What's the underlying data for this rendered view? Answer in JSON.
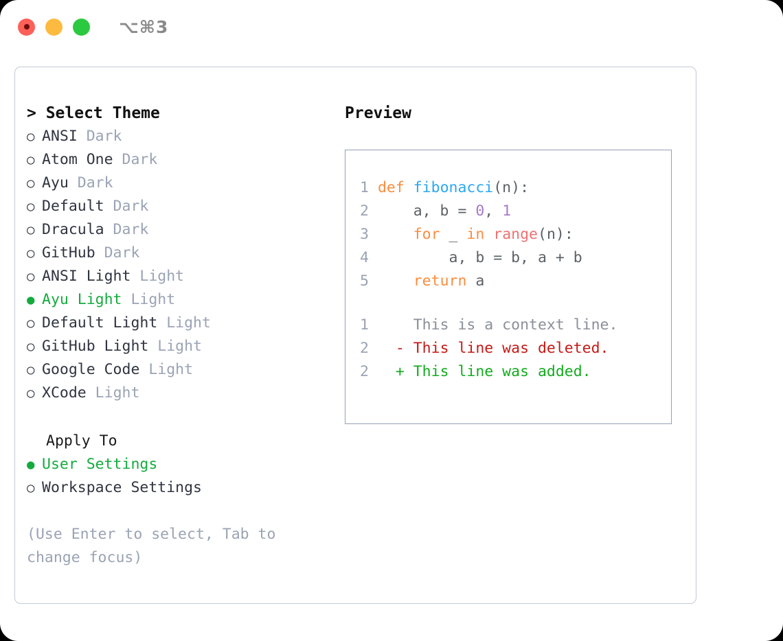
{
  "titlebar": {
    "shortcut": "⌥⌘3",
    "buttons": [
      {
        "name": "close-button",
        "color": "#fc6058"
      },
      {
        "name": "minimize-button",
        "color": "#fcbb40"
      },
      {
        "name": "maximize-button",
        "color": "#2bc93f"
      }
    ]
  },
  "left": {
    "title": "> Select Theme",
    "themes": [
      {
        "bullet": "○",
        "name": "ANSI",
        "tag": "Dark",
        "selected": false
      },
      {
        "bullet": "○",
        "name": "Atom One",
        "tag": "Dark",
        "selected": false
      },
      {
        "bullet": "○",
        "name": "Ayu",
        "tag": "Dark",
        "selected": false
      },
      {
        "bullet": "○",
        "name": "Default",
        "tag": "Dark",
        "selected": false
      },
      {
        "bullet": "○",
        "name": "Dracula",
        "tag": "Dark",
        "selected": false
      },
      {
        "bullet": "○",
        "name": "GitHub",
        "tag": "Dark",
        "selected": false
      },
      {
        "bullet": "○",
        "name": "ANSI Light",
        "tag": "Light",
        "selected": false
      },
      {
        "bullet": "●",
        "name": "Ayu Light",
        "tag": "Light",
        "selected": true
      },
      {
        "bullet": "○",
        "name": "Default Light",
        "tag": "Light",
        "selected": false
      },
      {
        "bullet": "○",
        "name": "GitHub Light",
        "tag": "Light",
        "selected": false
      },
      {
        "bullet": "○",
        "name": "Google Code",
        "tag": "Light",
        "selected": false
      },
      {
        "bullet": "○",
        "name": "XCode",
        "tag": "Light",
        "selected": false
      }
    ],
    "apply_to": {
      "heading": "Apply To",
      "options": [
        {
          "bullet": "●",
          "name": "User Settings",
          "selected": true
        },
        {
          "bullet": "○",
          "name": "Workspace Settings",
          "selected": false
        }
      ]
    },
    "hint": "(Use Enter to select, Tab to change focus)"
  },
  "preview": {
    "title": "Preview",
    "code_lines": [
      {
        "num": "1",
        "tokens": [
          {
            "text": "def ",
            "kind": "kw"
          },
          {
            "text": "fibonacci",
            "kind": "fn"
          },
          {
            "text": "(n):",
            "kind": "plain"
          }
        ]
      },
      {
        "num": "2",
        "tokens": [
          {
            "text": "    a, b = ",
            "kind": "plain"
          },
          {
            "text": "0",
            "kind": "num"
          },
          {
            "text": ", ",
            "kind": "plain"
          },
          {
            "text": "1",
            "kind": "num"
          }
        ]
      },
      {
        "num": "3",
        "tokens": [
          {
            "text": "    ",
            "kind": "plain"
          },
          {
            "text": "for",
            "kind": "kw"
          },
          {
            "text": " _ ",
            "kind": "plain"
          },
          {
            "text": "in",
            "kind": "kw"
          },
          {
            "text": " ",
            "kind": "plain"
          },
          {
            "text": "range",
            "kind": "call"
          },
          {
            "text": "(n):",
            "kind": "plain"
          }
        ]
      },
      {
        "num": "4",
        "tokens": [
          {
            "text": "        a, b = b, a + b",
            "kind": "plain"
          }
        ]
      },
      {
        "num": "5",
        "tokens": [
          {
            "text": "    ",
            "kind": "plain"
          },
          {
            "text": "return",
            "kind": "kw"
          },
          {
            "text": " a",
            "kind": "plain"
          }
        ]
      }
    ],
    "diff_lines": [
      {
        "num": "1",
        "marker": " ",
        "text": "This is a context line.",
        "kind": "ctx"
      },
      {
        "num": "2",
        "marker": "-",
        "text": "This line was deleted.",
        "kind": "del"
      },
      {
        "num": "2",
        "marker": "+",
        "text": "This line was added.",
        "kind": "add"
      }
    ]
  },
  "colors": {
    "accent_green": "#14ab3e",
    "muted": "#9aa3b4",
    "keyword": "#fa8d3e",
    "function": "#2aa8f2",
    "number": "#a37acc",
    "call": "#f07171",
    "diff_delete": "#c41a16",
    "diff_add": "#14ab1e",
    "panel_border": "#c3c9d4",
    "preview_border": "#94a0b4"
  }
}
